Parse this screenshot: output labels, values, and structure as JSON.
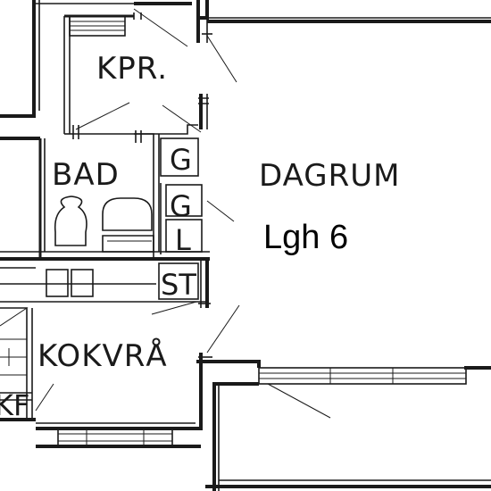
{
  "rooms": {
    "closet": "KPR.",
    "bathroom": "BAD",
    "living_room": "DAGRUM",
    "kitchenette": "KOKVRÅ"
  },
  "fixtures": {
    "wardrobe_1": "G",
    "wardrobe_2": "G",
    "linen": "L",
    "storage": "ST",
    "fridge_partial": "KF"
  },
  "apartment_label": "Lgh 6"
}
